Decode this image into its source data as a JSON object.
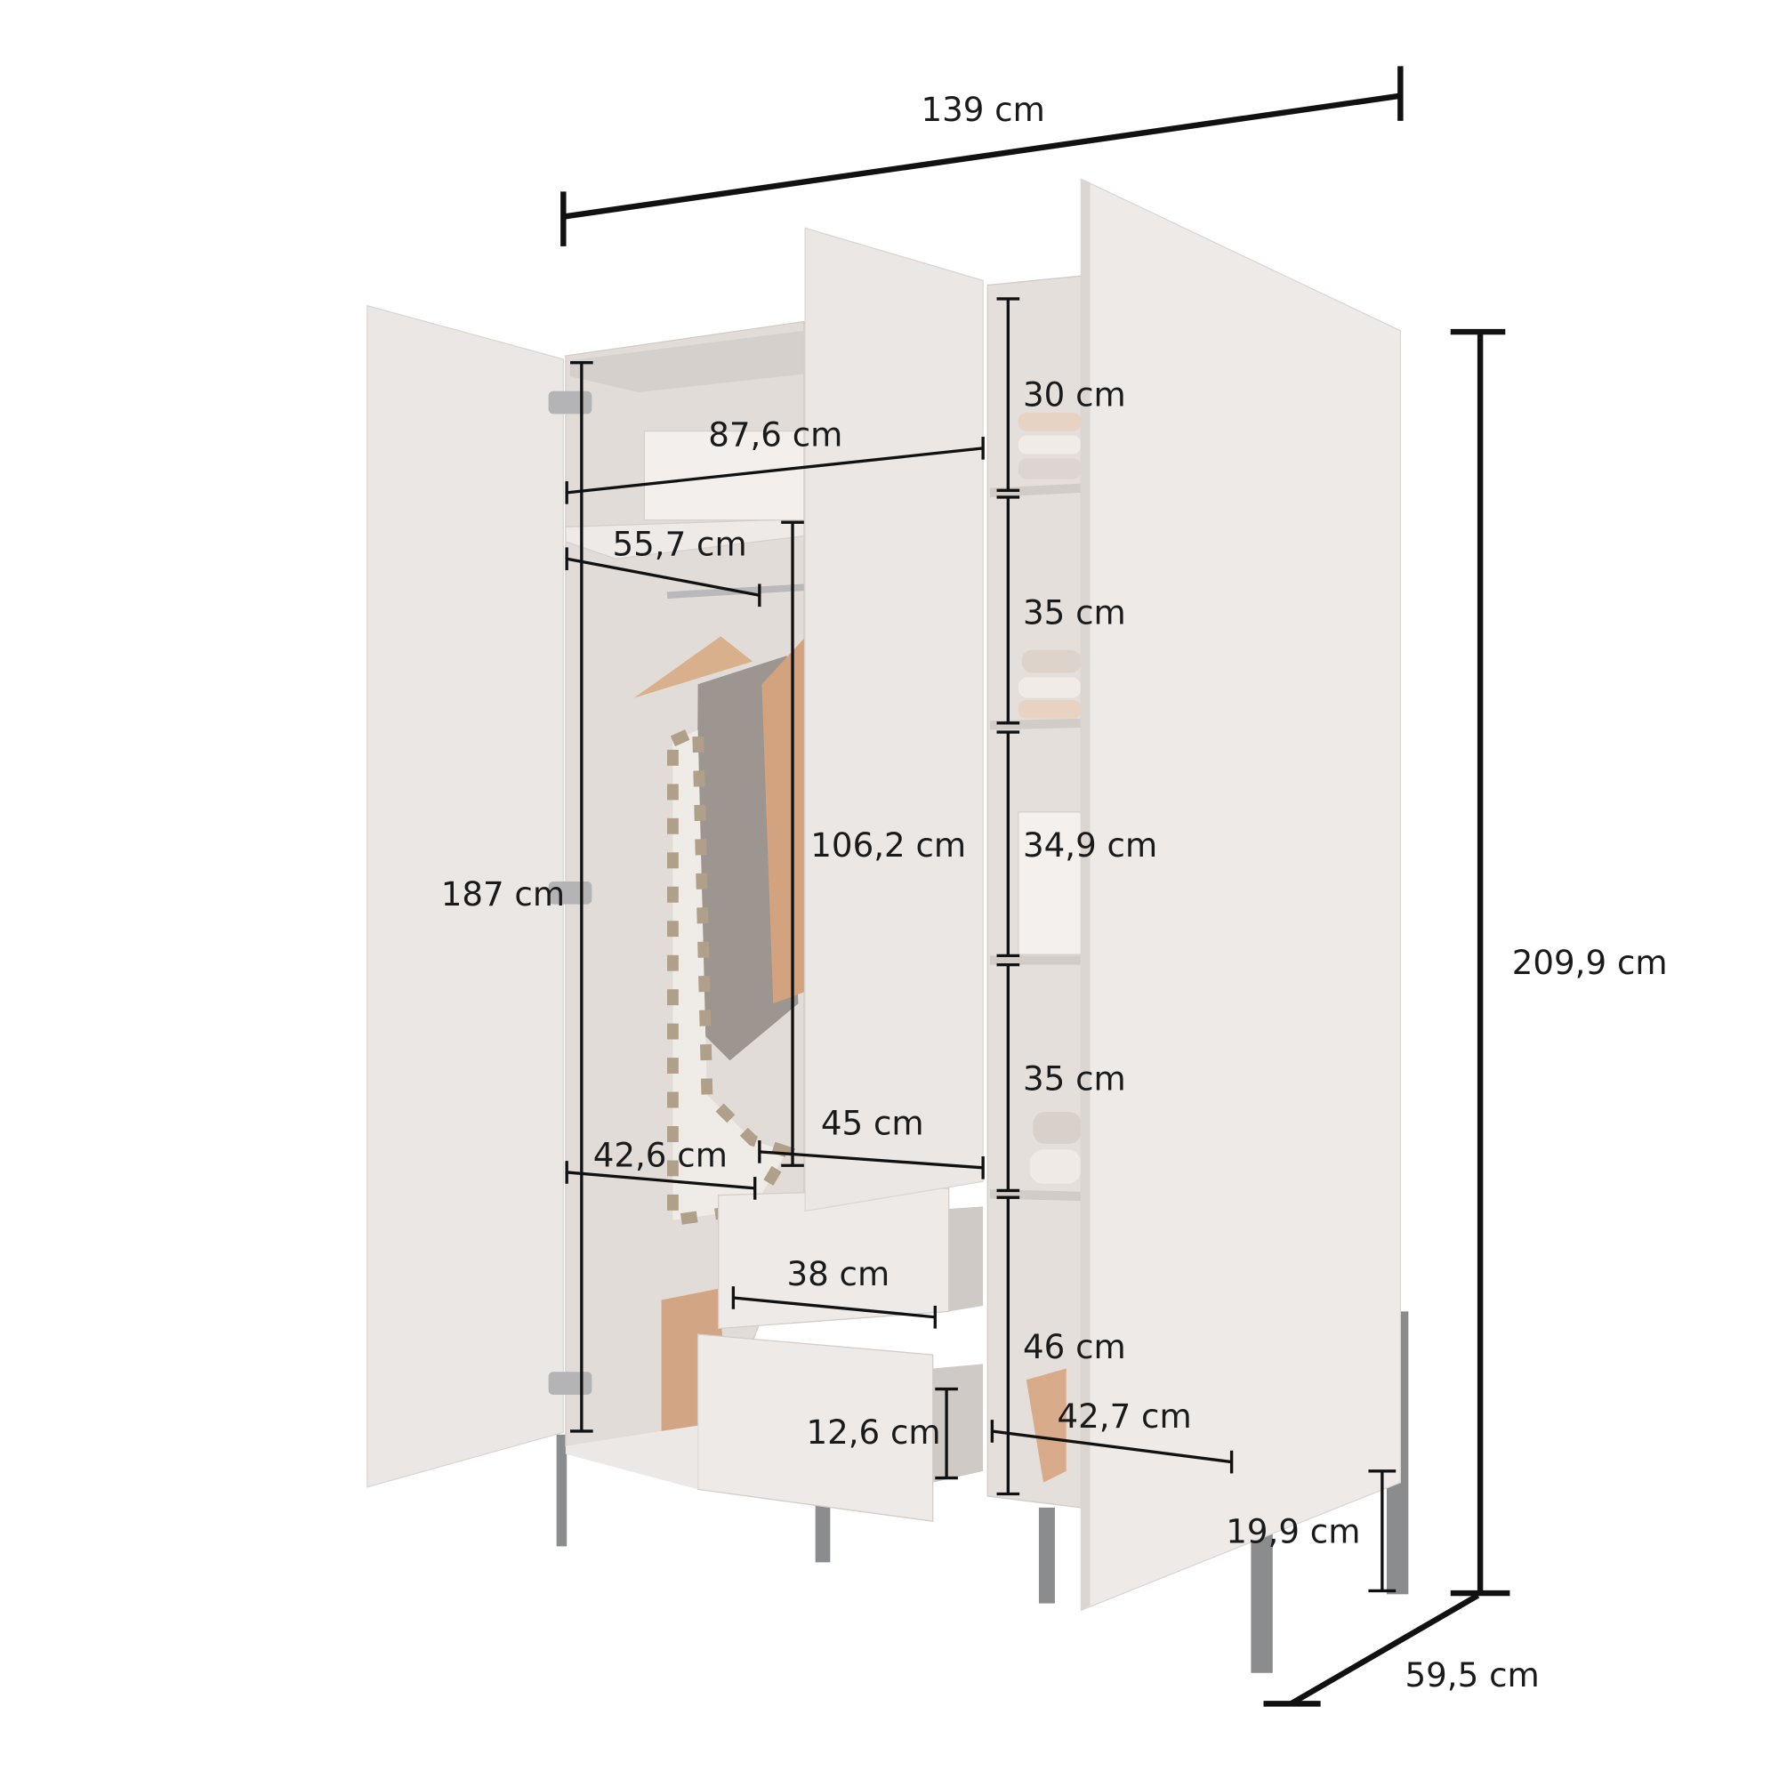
{
  "diagram": {
    "colors": {
      "panel": "#ece8e4",
      "interior": "#e2dcd8",
      "leg": "#8b8c8e",
      "line": "#111111"
    },
    "dimensions": {
      "width_total": "139 cm",
      "inner_width_top": "87,6 cm",
      "shelf_depth_left": "55,7 cm",
      "compartment_1": "30 cm",
      "compartment_2": "35 cm",
      "compartment_3": "34,9 cm",
      "compartment_4": "35 cm",
      "compartment_5": "46 cm",
      "inner_height_left": "187 cm",
      "hanging_height": "106,2 cm",
      "width_middle_section": "45 cm",
      "width_left_section": "42,6 cm",
      "drawer_width": "38 cm",
      "drawer_height": "12,6 cm",
      "depth_right_section": "42,7 cm",
      "leg_height": "19,9 cm",
      "height_total": "209,9 cm",
      "depth_total": "59,5 cm"
    }
  }
}
